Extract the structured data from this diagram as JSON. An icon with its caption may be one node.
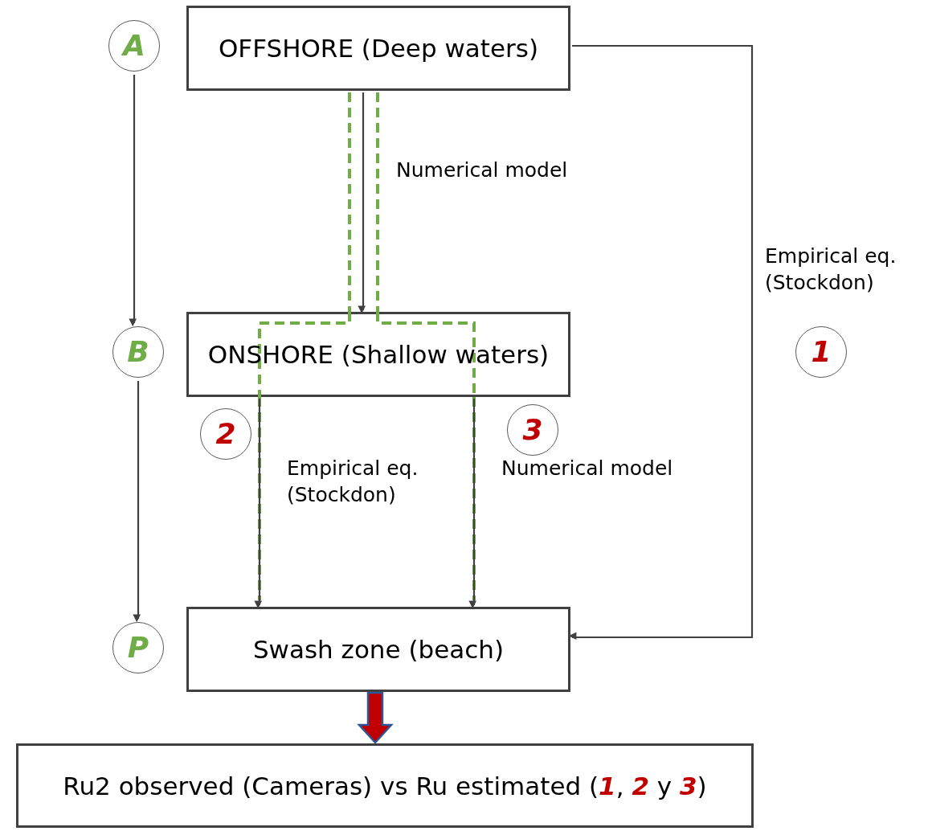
{
  "diagram": {
    "nodes": [
      {
        "text": [
          "A"
        ]
      },
      {
        "text": [
          "OFFSHORE (Deep waters)"
        ]
      },
      {
        "text": [
          "B"
        ]
      },
      {
        "text": [
          "ONSHORE (Shallow waters)"
        ]
      },
      {
        "text": [
          "1"
        ]
      },
      {
        "text": [
          "2"
        ]
      },
      {
        "text": [
          "3"
        ]
      },
      {
        "text": [
          "P"
        ]
      },
      {
        "text": [
          "Swash zone (beach)"
        ]
      },
      {
        "text": [
          "Ru2 observed (Cameras)   vs Ru estimated (**1**, **2** y **3**)"
        ]
      }
    ],
    "edges": [
      {
        "from": 0,
        "to": 2,
        "arrow": "to"
      },
      {
        "from": 1,
        "to": 3,
        "arrow": "to",
        "label": "Numerical model"
      },
      {
        "from": 2,
        "to": 7,
        "arrow": "to"
      },
      {
        "from": 1,
        "to": 8,
        "arrow": "to",
        "label": "Empirical eq. (Stockdon)"
      },
      {
        "from": 3,
        "to": 8,
        "arrow": "to",
        "label": "Empirical eq. (Stockdon)"
      },
      {
        "from": 3,
        "to": 8,
        "arrow": "to",
        "label": "Numerical model"
      },
      {
        "from": 1,
        "to": 3,
        "arrow": "none",
        "style": "dashed",
        "color": "#70ad47"
      },
      {
        "from": 1,
        "to": 3,
        "arrow": "none",
        "style": "dashed",
        "color": "#70ad47"
      },
      {
        "from": 3,
        "to": 8,
        "arrow": "none",
        "style": "dashed",
        "color": "#70ad47"
      },
      {
        "from": 3,
        "to": 8,
        "arrow": "none",
        "style": "dashed",
        "color": "#70ad47"
      },
      {
        "from": 8,
        "to": 9,
        "arrow": "to",
        "style": "thick",
        "color": "#c00000"
      }
    ]
  }
}
